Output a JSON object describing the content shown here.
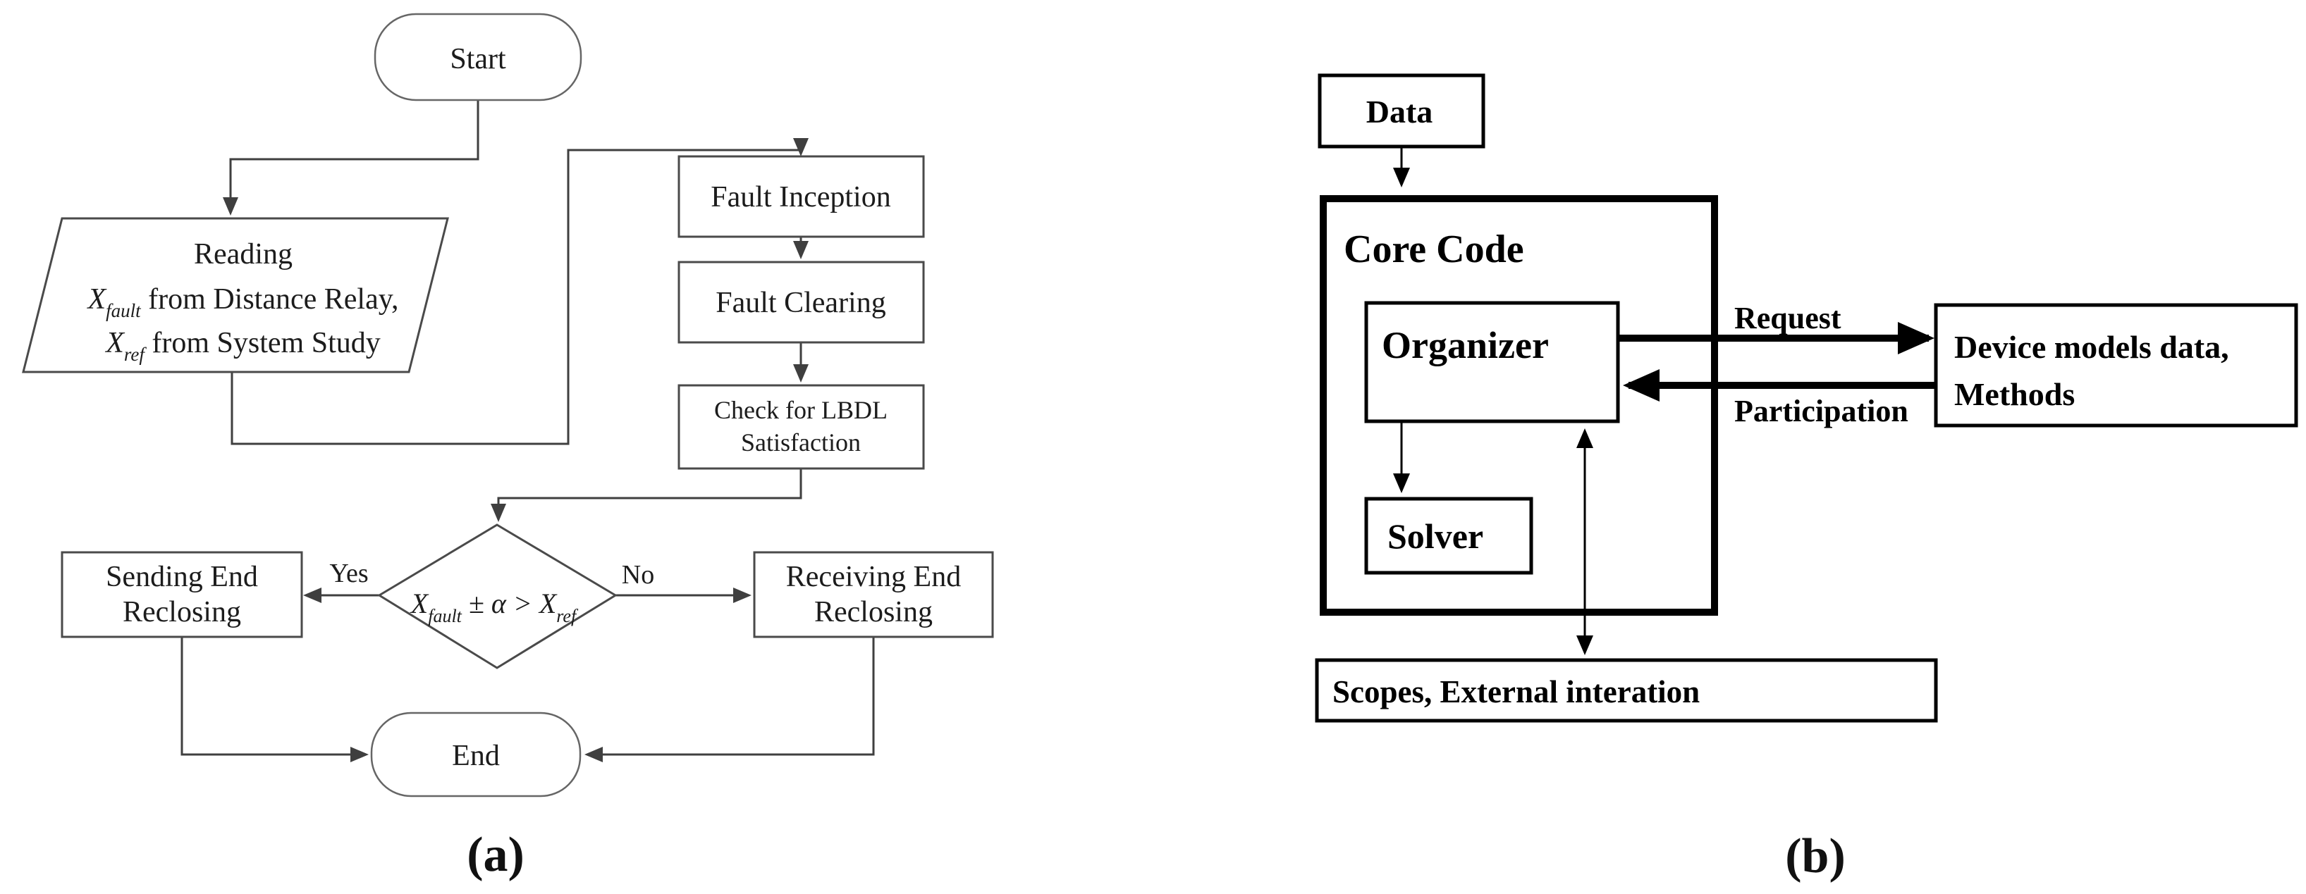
{
  "figure": {
    "a": {
      "start": "Start",
      "reading": {
        "l1": "Reading",
        "x1": "X",
        "x1sub": "fault",
        "r1": " from Distance Relay,",
        "x2": "X",
        "x2sub": "ref",
        "r2": " from System Study"
      },
      "fault_inception": "Fault Inception",
      "fault_clearing": "Fault Clearing",
      "check_l1": "Check for LBDL",
      "check_l2": "Satisfaction",
      "decision": {
        "x1": "X",
        "x1sub": "fault",
        "mid": " ± α > X",
        "x2sub": "ref"
      },
      "yes": "Yes",
      "no": "No",
      "sending_l1": "Sending End",
      "sending_l2": "Reclosing",
      "receiving_l1": "Receiving End",
      "receiving_l2": "Reclosing",
      "end": "End",
      "caption": "(a)"
    },
    "b": {
      "data": "Data",
      "core_code": "Core Code",
      "organizer": "Organizer",
      "solver": "Solver",
      "request": "Request",
      "participation": "Participation",
      "device_l1": "Device models data,",
      "device_l2": "Methods",
      "scopes": "Scopes, External interation",
      "caption": "(b)"
    },
    "colors": {
      "line_a": "#3f3f3f",
      "line_b": "#000000",
      "text": "#1c1c1c",
      "background": "#ffffff"
    }
  }
}
